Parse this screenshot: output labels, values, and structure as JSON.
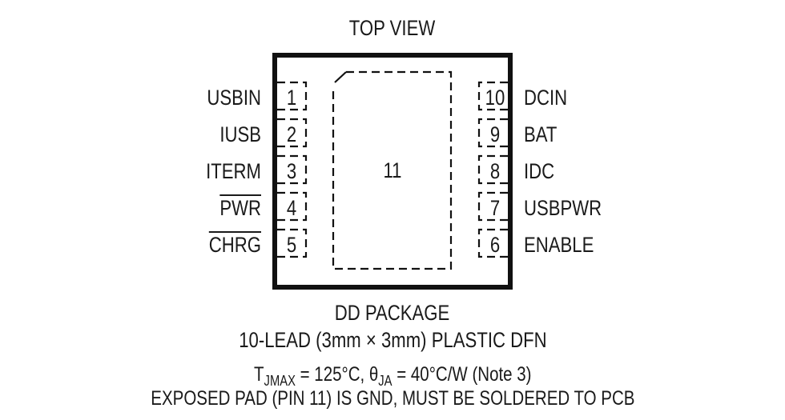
{
  "title": "TOP VIEW",
  "package": {
    "name": "DD PACKAGE",
    "description": "10-LEAD (3mm × 3mm) PLASTIC DFN",
    "exposed_pad_number": "11"
  },
  "pins_left": [
    {
      "number": "1",
      "name": "USBIN",
      "overline": false
    },
    {
      "number": "2",
      "name": "IUSB",
      "overline": false
    },
    {
      "number": "3",
      "name": "ITERM",
      "overline": false
    },
    {
      "number": "4",
      "name": "PWR",
      "overline": true
    },
    {
      "number": "5",
      "name": "CHRG",
      "overline": true
    }
  ],
  "pins_right": [
    {
      "number": "10",
      "name": "DCIN"
    },
    {
      "number": "9",
      "name": "BAT"
    },
    {
      "number": "8",
      "name": "IDC"
    },
    {
      "number": "7",
      "name": "USBPWR"
    },
    {
      "number": "6",
      "name": "ENABLE"
    }
  ],
  "thermal": {
    "t_label": "T",
    "t_sub": "JMAX",
    "t_value": " = 125°C, ",
    "theta_label": "θ",
    "theta_sub": "JA",
    "theta_value": " = 40°C/W (Note 3)"
  },
  "note": "EXPOSED PAD (PIN 11) IS GND, MUST BE SOLDERED TO PCB"
}
